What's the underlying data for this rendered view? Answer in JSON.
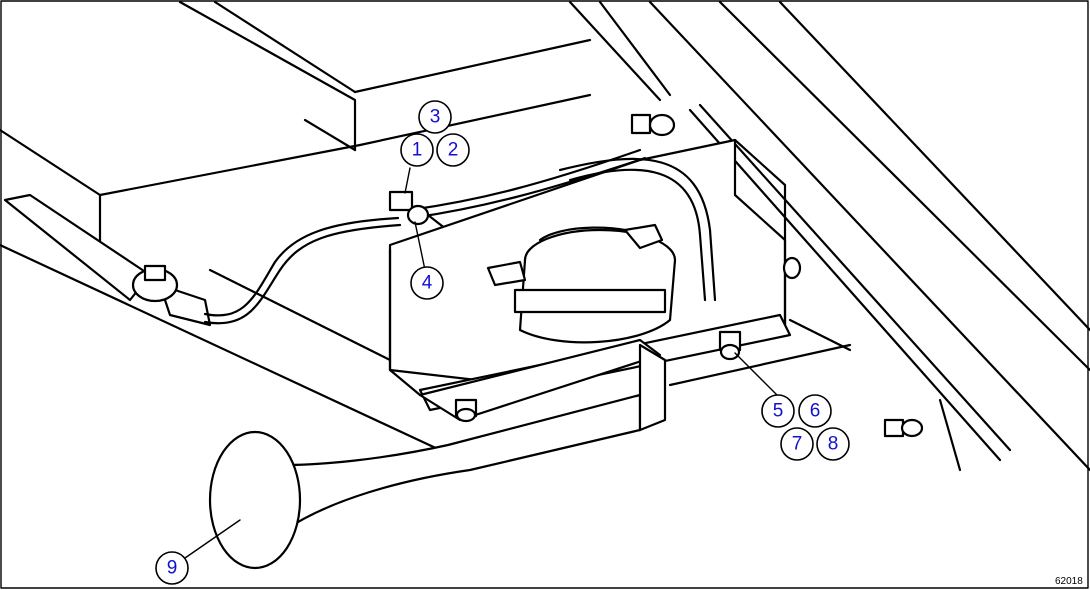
{
  "figure_code": "62018",
  "callouts": [
    {
      "id": "c1",
      "label": "1"
    },
    {
      "id": "c2",
      "label": "2"
    },
    {
      "id": "c3",
      "label": "3"
    },
    {
      "id": "c4",
      "label": "4"
    },
    {
      "id": "c5",
      "label": "5"
    },
    {
      "id": "c6",
      "label": "6"
    },
    {
      "id": "c7",
      "label": "7"
    },
    {
      "id": "c8",
      "label": "8"
    },
    {
      "id": "c9",
      "label": "9"
    }
  ]
}
